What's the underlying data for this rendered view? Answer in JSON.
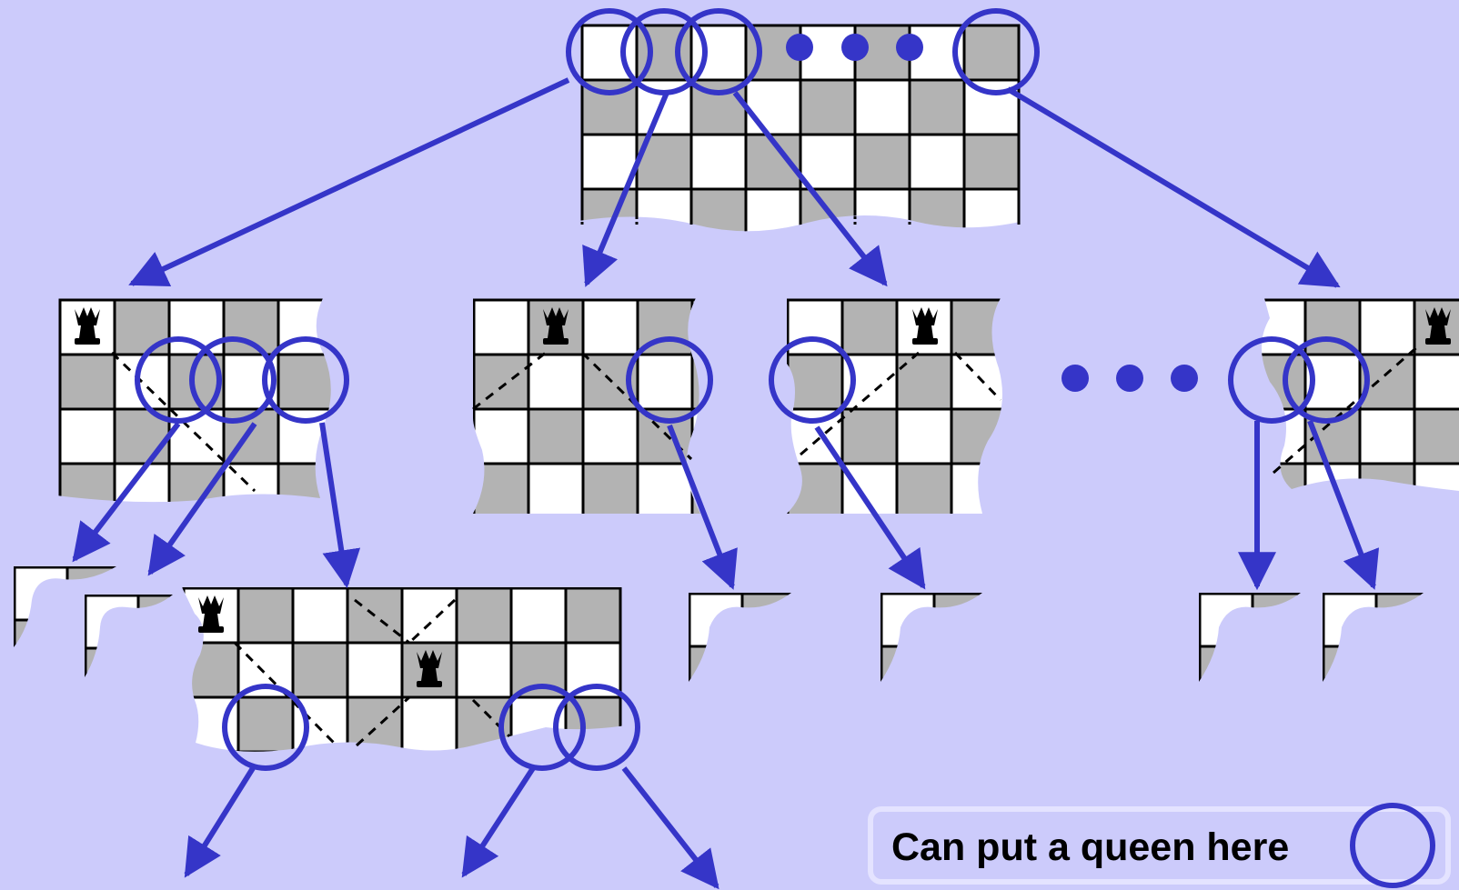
{
  "colors": {
    "background": "#cccbfb",
    "accent": "#3535c8",
    "dark_square": "#b3b3b3",
    "light_square": "#ffffff",
    "grid": "#000000"
  },
  "legend": {
    "label": "Can put a queen here",
    "icon": "circle-icon"
  },
  "diagram": {
    "description_icons": [
      "queen-icon",
      "circle-icon",
      "ellipsis-dots"
    ],
    "root": {
      "queens": [],
      "marked_columns": [
        0,
        1,
        2,
        "last"
      ]
    },
    "level1": [
      {
        "queen_column": 0,
        "candidates": 3
      },
      {
        "queen_column": 1,
        "candidates": 1
      },
      {
        "queen_column": 2,
        "candidates": 1
      },
      {
        "queen_column": "last",
        "candidates": 2
      }
    ],
    "level2": {
      "queens": [
        [
          0,
          0
        ],
        [
          1,
          4
        ]
      ],
      "candidates": 3
    }
  }
}
